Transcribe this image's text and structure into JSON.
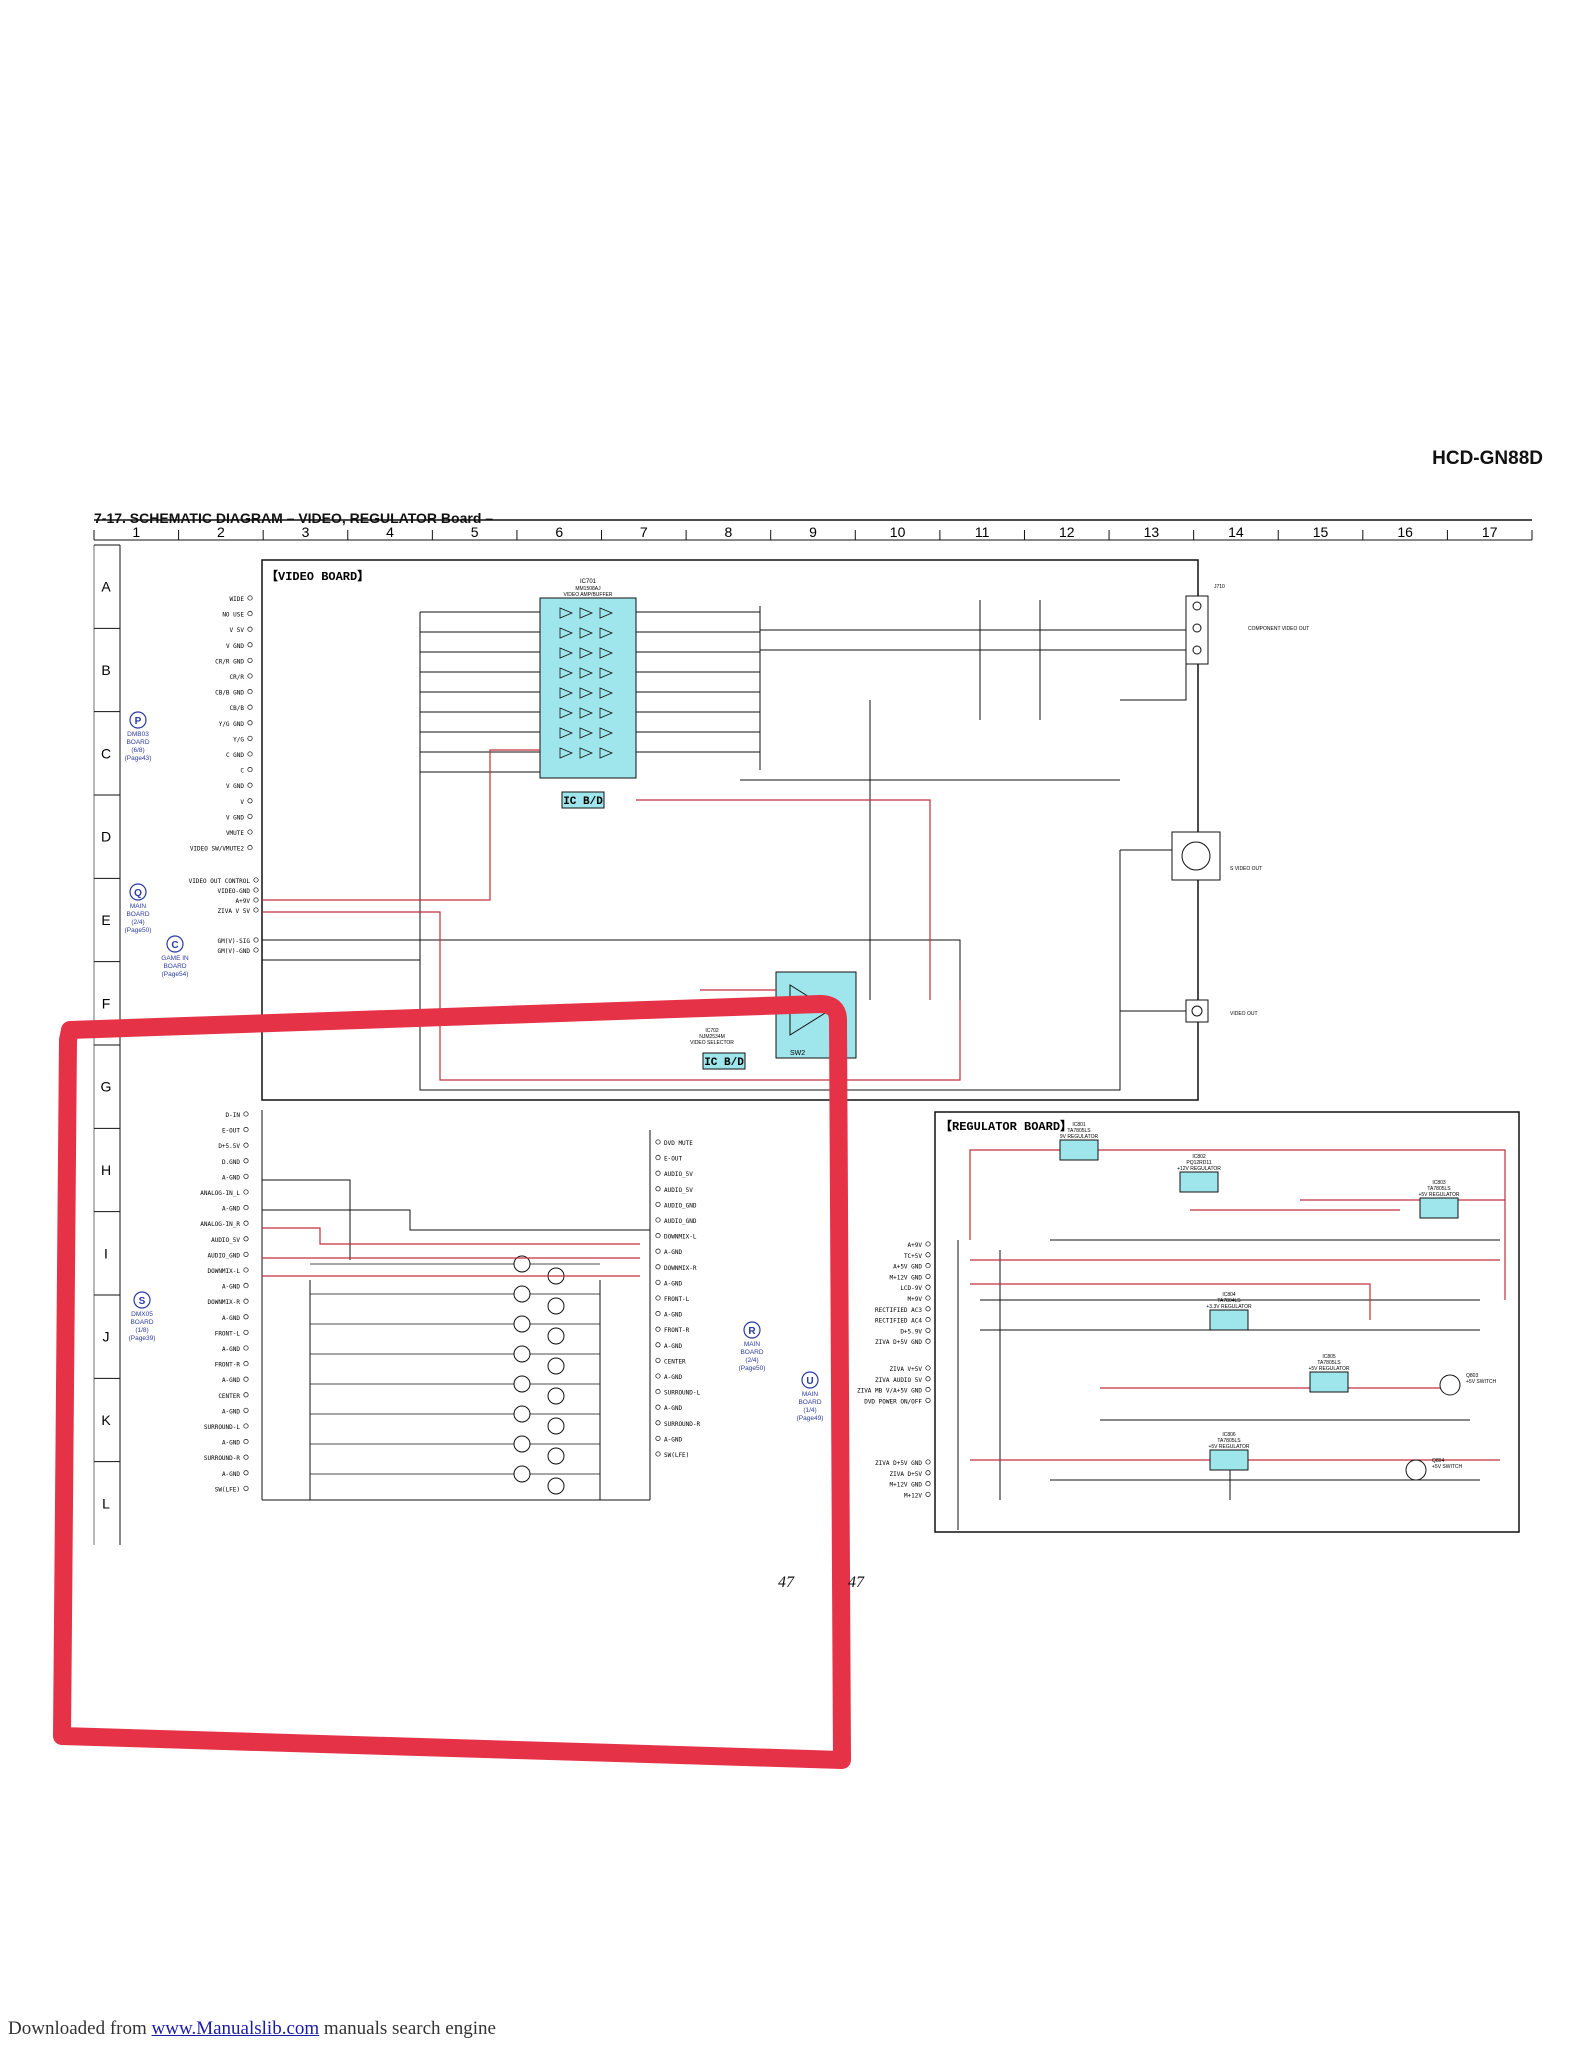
{
  "model": "HCD-GN88D",
  "title": "7-17.  SCHEMATIC  DIAGRAM  – VIDEO, REGULATOR Board –",
  "columns": [
    "1",
    "2",
    "3",
    "4",
    "5",
    "6",
    "7",
    "8",
    "9",
    "10",
    "11",
    "12",
    "13",
    "14",
    "15",
    "16",
    "17"
  ],
  "rows": [
    "A",
    "B",
    "C",
    "D",
    "E",
    "F",
    "G",
    "H",
    "I",
    "J",
    "K",
    "L"
  ],
  "boards": {
    "video": "【VIDEO  BOARD】",
    "regulator": "【REGULATOR BOARD】"
  },
  "ic_labels": {
    "ic701_ref": "IC701",
    "ic701_name": "MM1508AJ",
    "ic701_func": "VIDEO AMP/BUFFER",
    "ic702_ref": "IC702",
    "ic702_name": "NJM2534M",
    "ic702_func": "VIDEO SELECTOR",
    "icbd": "IC B/D",
    "sw2": "SW2",
    "jack_ref": "J710",
    "comp_out": "COMPONENT VIDEO OUT",
    "s_video_out": "S VIDEO OUT",
    "video_out": "VIDEO OUT"
  },
  "connectors": {
    "p": {
      "letter": "P",
      "line1": "DMB03",
      "line2": "BOARD",
      "line3": "(6/8)",
      "line4": "(Page43)"
    },
    "q": {
      "letter": "Q",
      "line1": "MAIN",
      "line2": "BOARD",
      "line3": "(2/4)",
      "line4": "(Page50)"
    },
    "c": {
      "letter": "C",
      "line1": "GAME  IN",
      "line2": "BOARD",
      "line3": "(Page54)"
    },
    "s": {
      "letter": "S",
      "line1": "DMX05",
      "line2": "BOARD",
      "line3": "(1/8)",
      "line4": "(Page39)"
    },
    "r": {
      "letter": "R",
      "line1": "MAIN",
      "line2": "BOARD",
      "line3": "(2/4)",
      "line4": "(Page50)"
    },
    "u": {
      "letter": "U",
      "line1": "MAIN",
      "line2": "BOARD",
      "line3": "(1/4)",
      "line4": "(Page49)"
    }
  },
  "video_pins": [
    "WIDE",
    "NO USE",
    "V 5V",
    "V GND",
    "CR/R GND",
    "CR/R",
    "CB/B GND",
    "CB/B",
    "Y/G GND",
    "Y/G",
    "C GND",
    "C",
    "V GND",
    "V",
    "V GND",
    "VMUTE",
    "VIDEO SW/VMUTE2"
  ],
  "q_pins": [
    "VIDEO OUT CONTROL",
    "VIDEO-GND",
    "A+9V",
    "ZIVA V 5V"
  ],
  "c_pins": [
    "GM(V)-SIG",
    "GM(V)-GND"
  ],
  "s_pins": [
    "D-IN",
    "E-OUT",
    "D+5.5V",
    "D.GND",
    "A-GND",
    "ANALOG-IN_L",
    "A-GND",
    "ANALOG-IN_R",
    "AUDIO_5V",
    "AUDIO_GND",
    "DOWNMIX-L",
    "A-GND",
    "DOWNMIX-R",
    "A-GND",
    "FRONT-L",
    "A-GND",
    "FRONT-R",
    "A-GND",
    "CENTER",
    "A-GND",
    "SURROUND-L",
    "A-GND",
    "SURROUND-R",
    "A-GND",
    "SW(LFE)"
  ],
  "r_pins": [
    "DVD MUTE",
    "E-OUT",
    "AUDIO_5V",
    "AUDIO_5V",
    "AUDIO_GND",
    "AUDIO_GND",
    "DOWNMIX-L",
    "A-GND",
    "DOWNMIX-R",
    "A-GND",
    "FRONT-L",
    "A-GND",
    "FRONT-R",
    "A-GND",
    "CENTER",
    "A-GND",
    "SURROUND-L",
    "A-GND",
    "SURROUND-R",
    "A-GND",
    "SW(LFE)"
  ],
  "reg_pins_top": [
    "A+9V",
    "TC+5V",
    "A+5V GND",
    "M+12V GND",
    "LCD-9V",
    "M+9V",
    "RECTIFIED AC3",
    "RECTIFIED AC4",
    "D+5.9V",
    "ZIVA D+5V GND"
  ],
  "reg_pins_mid": [
    "ZIVA V+5V",
    "ZIVA AUDIO 5V",
    "ZIVA MB V/A+5V GND",
    "DVD POWER ON/OFF"
  ],
  "reg_pins_bot": [
    "ZIVA D+5V GND",
    "ZIVA D+5V",
    "M+12V GND",
    "M+12V"
  ],
  "reg_parts": {
    "ic801": "IC801",
    "ic801_name": "TA7805LS",
    "ic801_func": "9V REGULATOR",
    "ic802": "IC802",
    "ic802_name": "PQ12RD11",
    "ic802_func": "+12V REGULATOR",
    "ic803": "IC803",
    "ic803_name": "TA7805LS",
    "ic803_func": "+5V REGULATOR",
    "ic804": "IC804",
    "ic804_name": "TA7804LS",
    "ic804_func": "+3.3V REGULATOR",
    "ic805": "IC805",
    "ic805_name": "TA7805LS",
    "ic805_func": "+5V REGULATOR",
    "ic806": "IC806",
    "ic806_name": "TA7805LS",
    "ic806_func": "+5V REGULATOR",
    "q803": "Q803",
    "q803_func": "+5V SWITCH",
    "q804": "Q804",
    "q804_func": "+5V SWITCH"
  },
  "page_numbers": [
    "47",
    "47"
  ],
  "footer": {
    "prefix": "Downloaded from ",
    "link": "www.Manualslib.com",
    "suffix": " manuals search engine"
  },
  "colors": {
    "highlight": "#e63246",
    "ic_fill": "#9ee5ec",
    "red_wire": "#c0303a",
    "blue_text": "#2a3aa0",
    "wire": "#1a1a1a"
  }
}
